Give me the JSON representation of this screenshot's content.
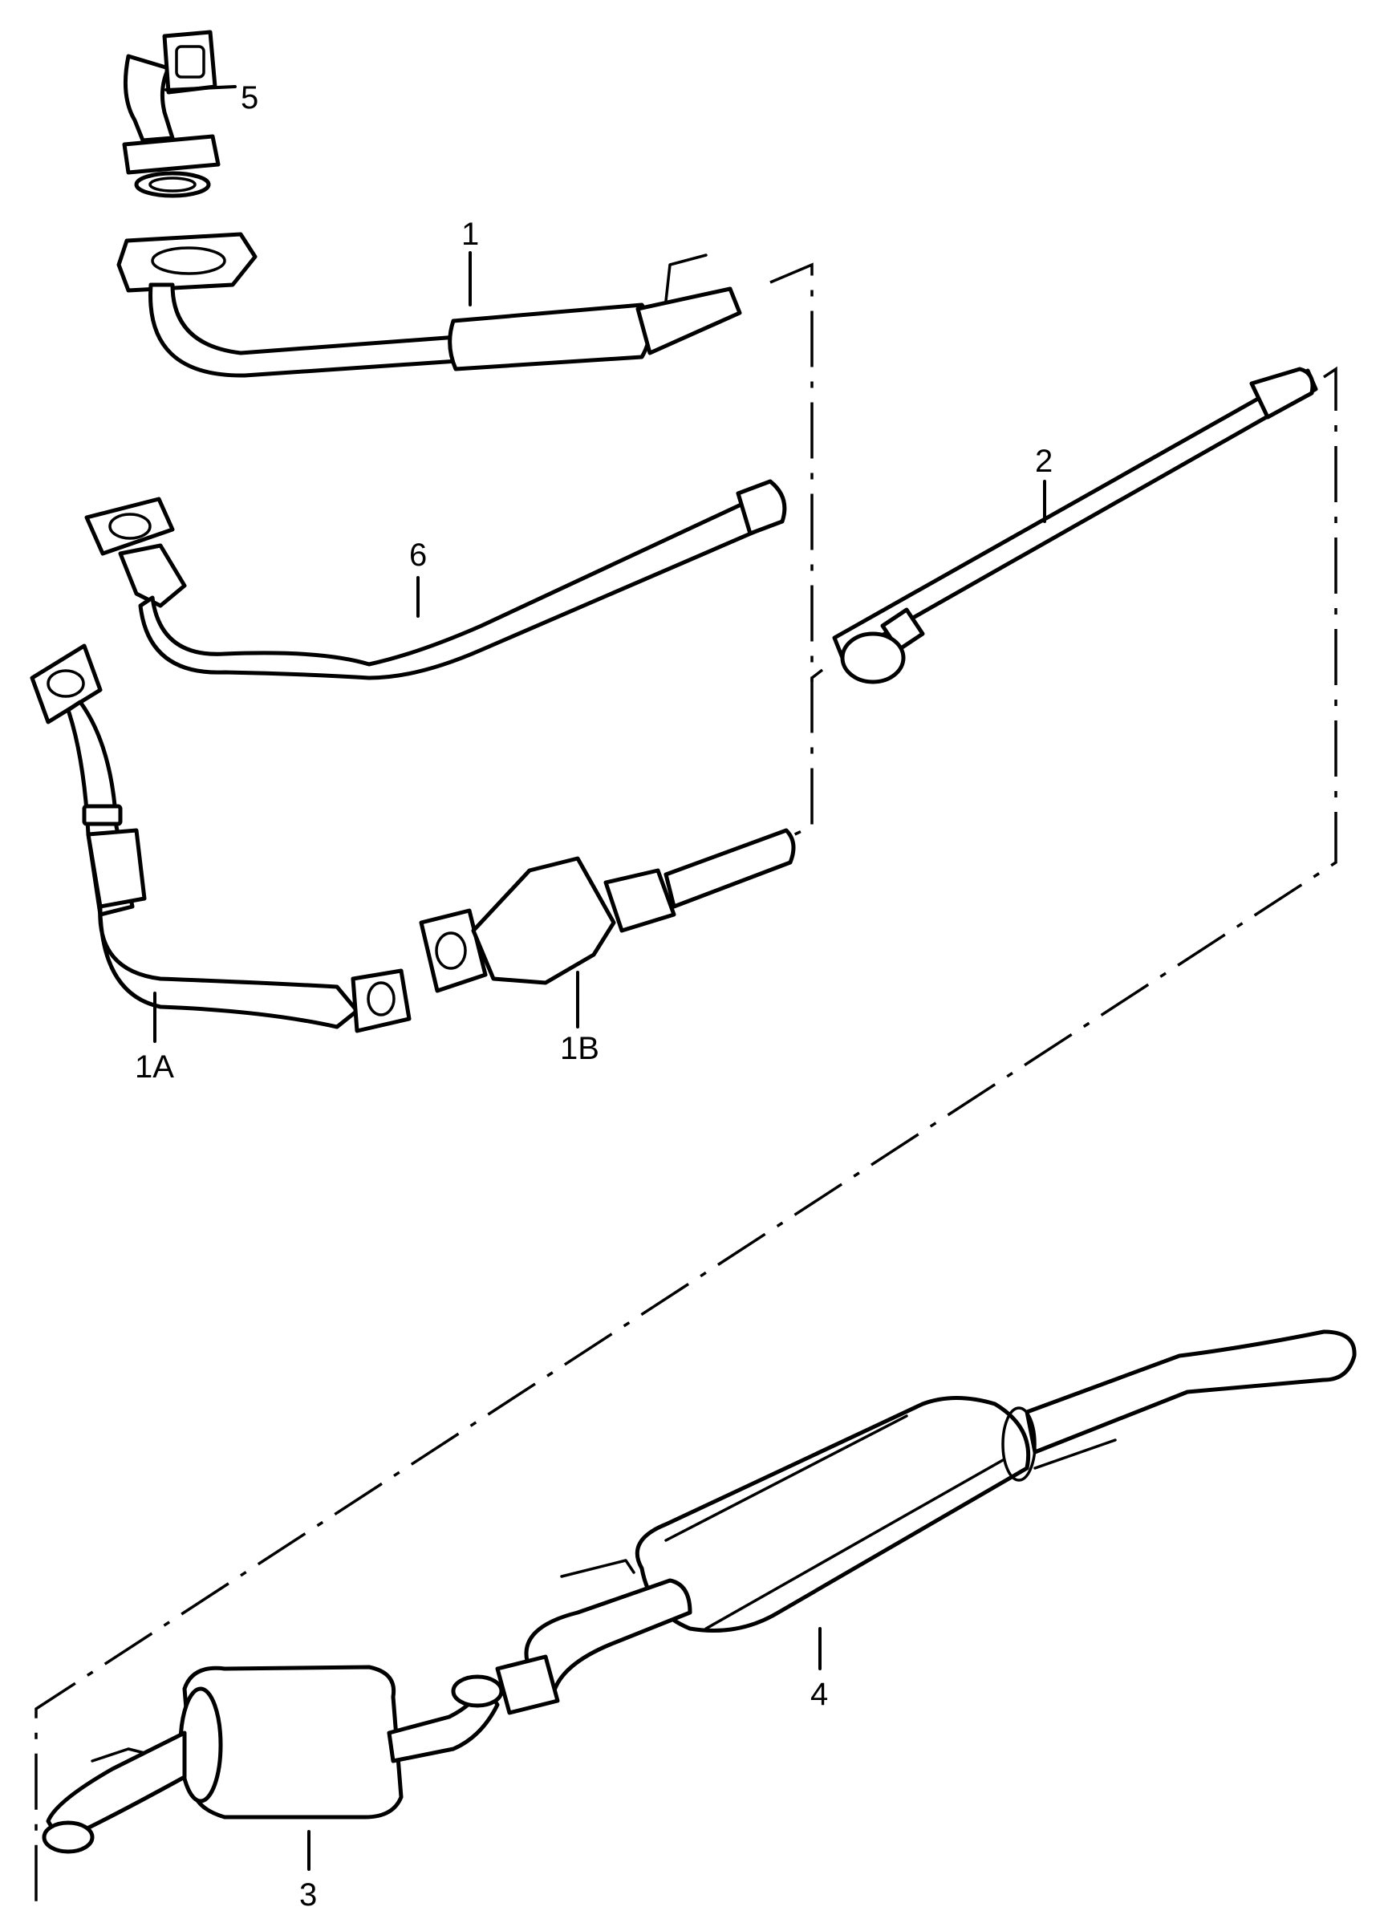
{
  "diagram": {
    "callouts": {
      "c1": "1",
      "c1a": "1A",
      "c1b": "1B",
      "c2": "2",
      "c3": "3",
      "c4": "4",
      "c5": "5",
      "c6": "6"
    }
  }
}
